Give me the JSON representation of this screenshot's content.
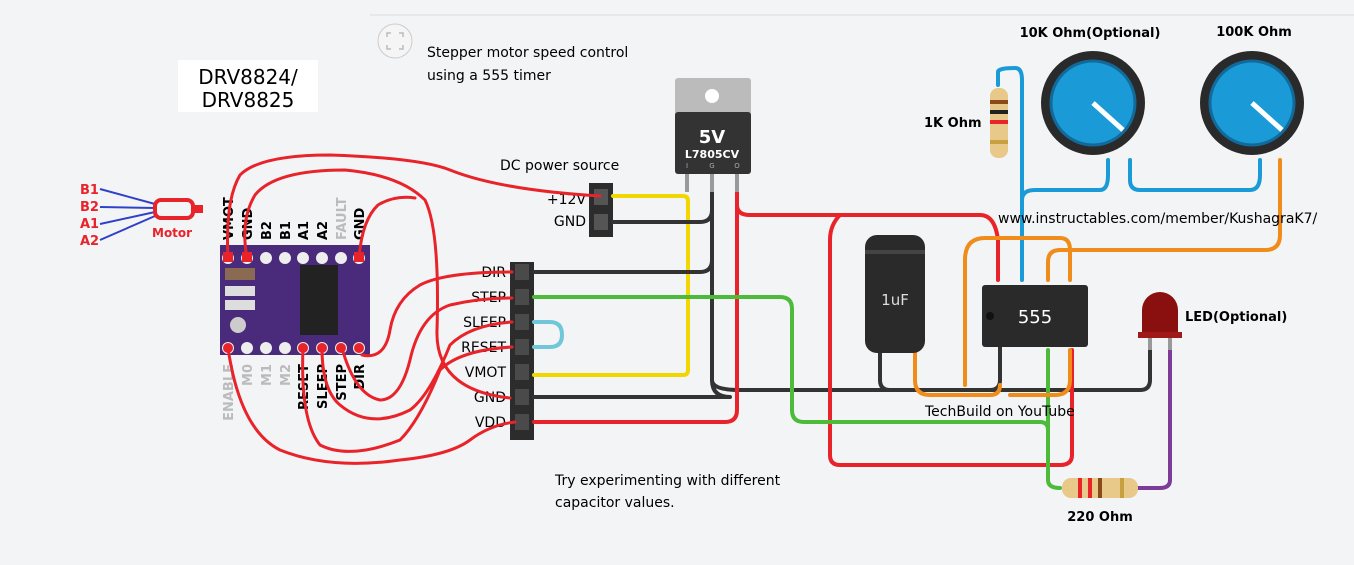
{
  "title": {
    "line1": "Stepper motor speed control",
    "line2": "using a 555 timer"
  },
  "driver_label": {
    "line1": "DRV8824/",
    "line2": "DRV8825"
  },
  "motor": {
    "label": "Motor",
    "pins": [
      "B1",
      "B2",
      "A1",
      "A2"
    ]
  },
  "driver": {
    "top_pins": [
      "VMOT",
      "GND",
      "B2",
      "B1",
      "A1",
      "A2",
      "FAULT",
      "GND"
    ],
    "bottom_pins": [
      "ENABLE",
      "M0",
      "M1",
      "M2",
      "RESET",
      "SLEEP",
      "STEP",
      "DIR"
    ]
  },
  "header": {
    "pins": [
      "DIR",
      "STEP",
      "SLEEP",
      "RESET",
      "VMOT",
      "GND",
      "VDD"
    ]
  },
  "dc_source": {
    "label": "DC power source",
    "pins": [
      "+12V",
      "GND"
    ]
  },
  "regulator": {
    "voltage": "5V",
    "part": "L7805CV",
    "pins": [
      "I",
      "G",
      "O"
    ]
  },
  "capacitor": {
    "label": "1uF"
  },
  "timer": {
    "label": "555"
  },
  "pot1": {
    "label": "10K Ohm(Optional)"
  },
  "pot2": {
    "label": "100K Ohm"
  },
  "resistor1": {
    "label": "1K Ohm"
  },
  "resistor2": {
    "label": "220 Ohm"
  },
  "led": {
    "label": "LED(Optional)"
  },
  "credits": {
    "url": "www.instructables.com/member/KushagraK7/",
    "youtube": "TechBuild on YouTube"
  },
  "note": {
    "line1": "Try experimenting with different",
    "line2": "capacitor values."
  },
  "colors": {
    "red": "#e8232a",
    "black": "#333333",
    "yellow": "#f2d600",
    "green": "#4cbb3a",
    "blue": "#1a9ad6",
    "orange": "#f08c1a",
    "purple": "#7d3c98",
    "cyan": "#6fc7d9",
    "board": "#4a2a7a",
    "motor_wire": "#3040c8"
  },
  "icons": {
    "fullscreen": "fullscreen-icon"
  }
}
